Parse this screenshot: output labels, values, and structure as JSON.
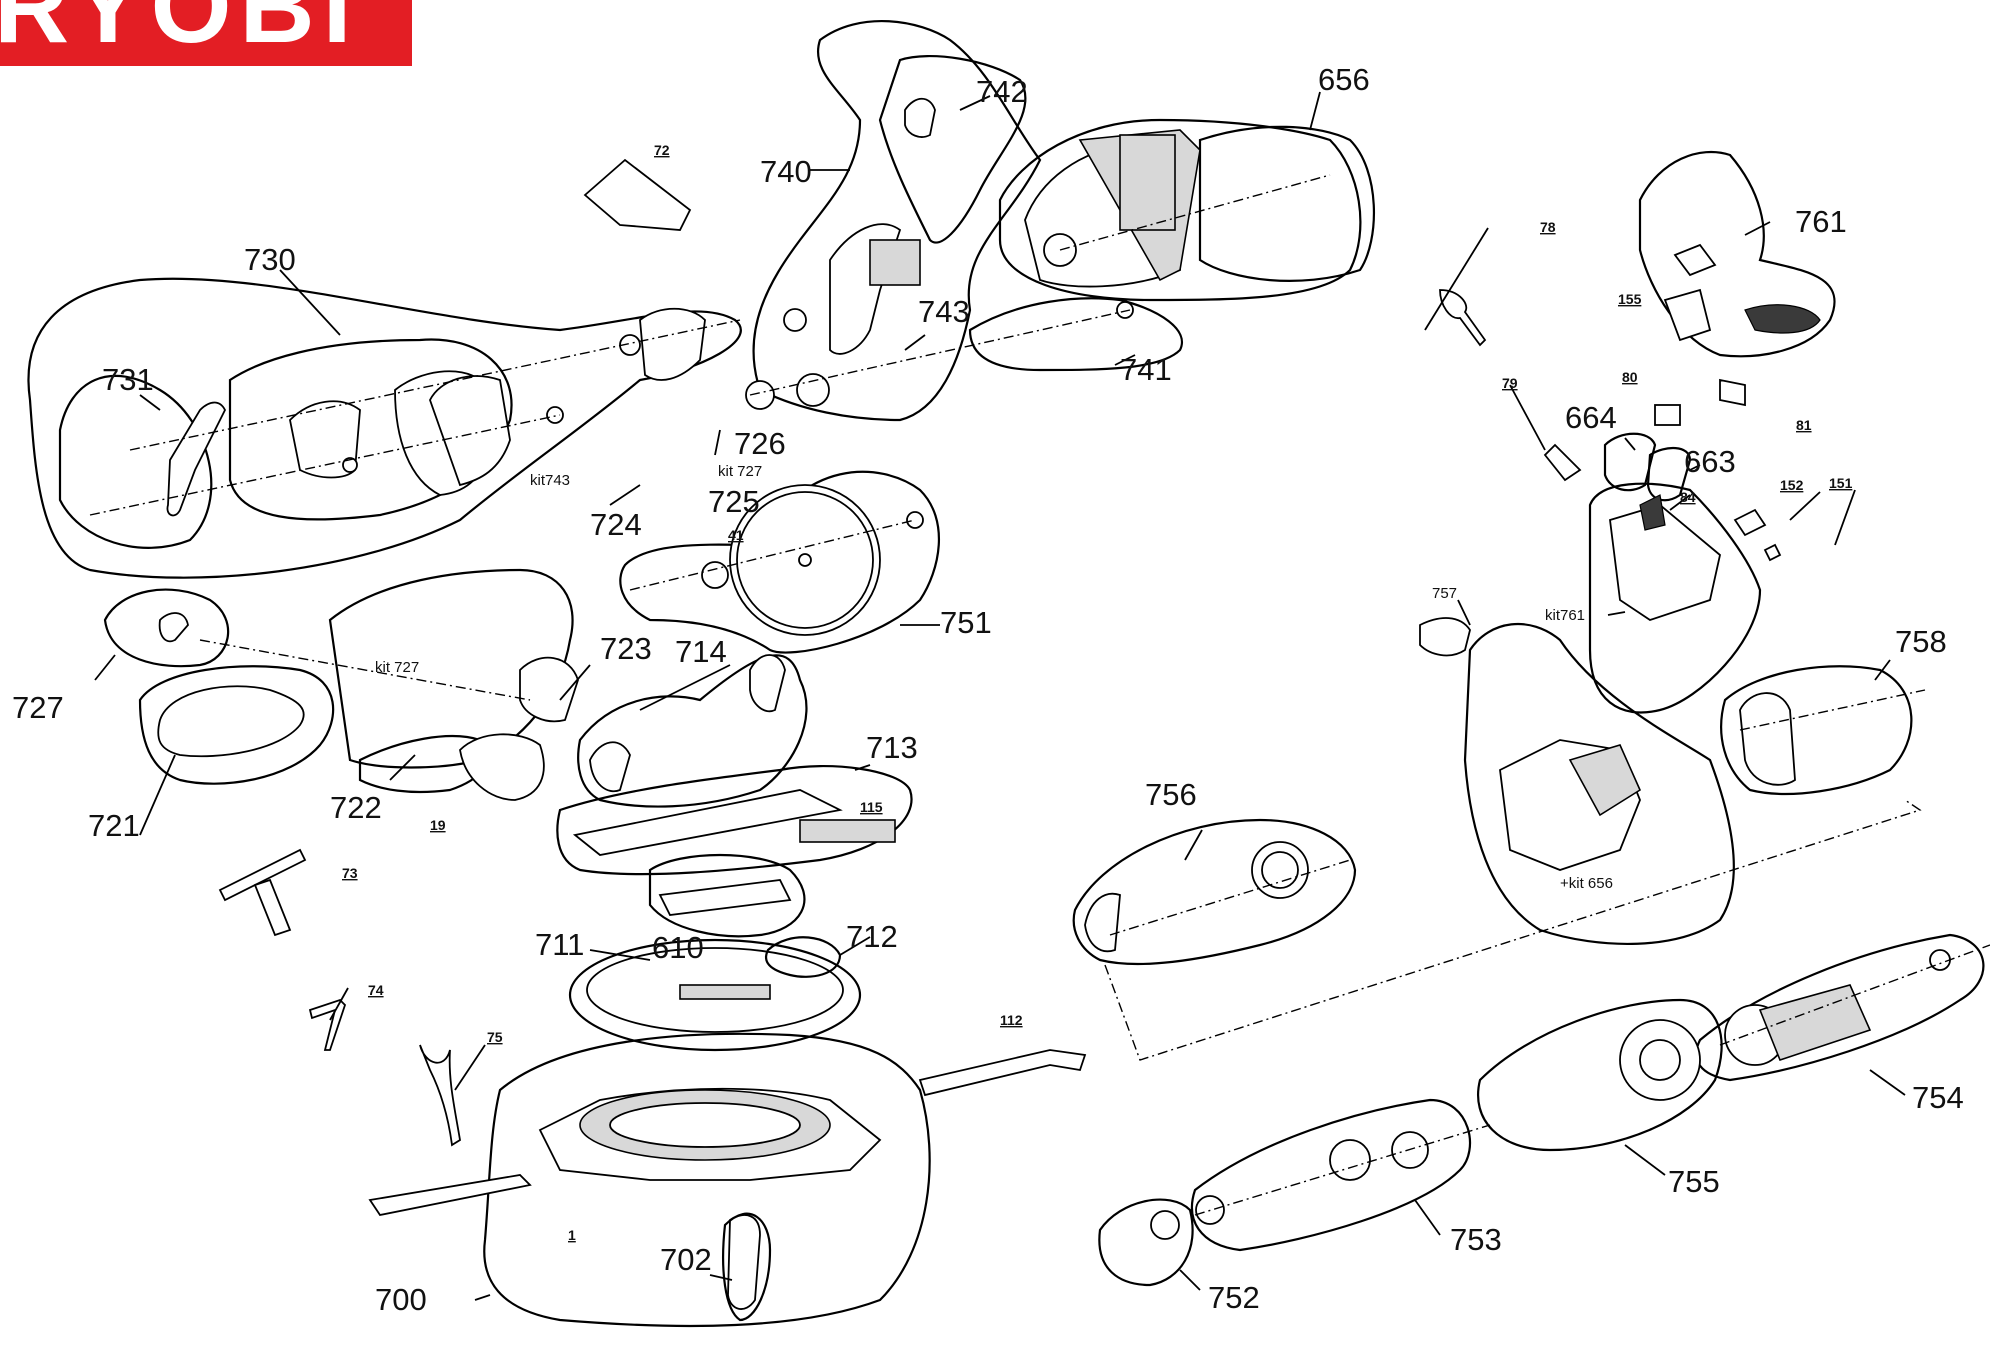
{
  "brand": {
    "logo_text": "RYOBI",
    "color": "#e31e24"
  },
  "labels": {
    "l656": "656",
    "l742": "742",
    "l740": "740",
    "l72": "72",
    "l730": "730",
    "l731": "731",
    "l743": "743",
    "l741": "741",
    "l726": "726",
    "l727k": "kit 727",
    "lkit743": "kit743",
    "l725": "725",
    "l724": "724",
    "l41": "41",
    "l751": "751",
    "l727": "727",
    "l723": "723",
    "l714": "714",
    "lkit727b": "kit 727",
    "l713": "713",
    "l115": "115",
    "l721": "721",
    "l722": "722",
    "l19": "19",
    "l73": "73",
    "l711": "711",
    "l610": "610",
    "l712": "712",
    "l74": "74",
    "l75": "75",
    "l112": "112",
    "l1": "1",
    "l702": "702",
    "l700": "700",
    "l756": "756",
    "l761": "761",
    "l78": "78",
    "l155": "155",
    "l79": "79",
    "l80": "80",
    "l81": "81",
    "l664": "664",
    "l663": "663",
    "l84": "84",
    "l152": "152",
    "l151": "151",
    "l757": "757",
    "lkit761": "kit761",
    "l758": "758",
    "lkit656": "+kit 656",
    "l754": "754",
    "l755": "755",
    "l753": "753",
    "l752": "752"
  }
}
